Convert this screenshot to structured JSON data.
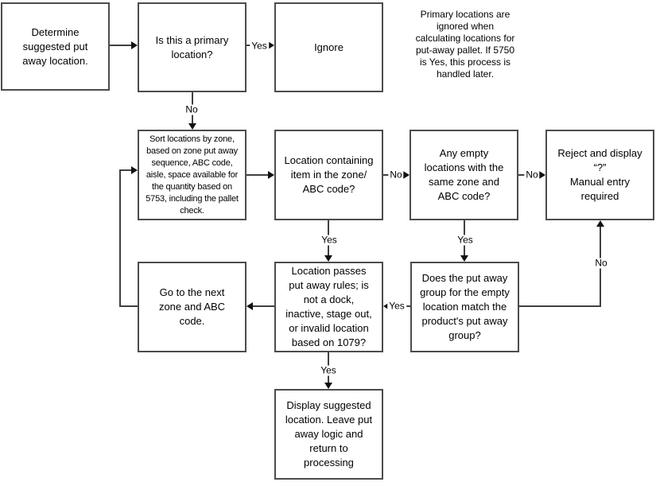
{
  "diagram": {
    "nodes": {
      "determine": "Determine\nsuggested put\naway location.",
      "is_primary": "Is this a primary\nlocation?",
      "ignore": "Ignore",
      "sort": "Sort locations by zone,\nbased on zone put away\nsequence, ABC code,\naisle, space available for\nthe quantity based on\n5753, including the pallet\ncheck.",
      "location_containing": "Location containing\nitem in the zone/\nABC code?",
      "any_empty": "Any empty\nlocations with the\nsame zone and\nABC code?",
      "reject": "Reject and display\n“?”\nManual entry\nrequired",
      "go_next": "Go to the next\nzone and ABC\ncode.",
      "passes_rules": "Location passes\nput away rules; is\nnot a dock,\ninactive, stage out,\nor invalid location\nbased on 1079?",
      "put_away_group": "Does the put away\ngroup for the empty\nlocation match the\nproduct's put away\ngroup?",
      "display_suggested": "Display suggested\nlocation. Leave put\naway logic and\nreturn to\nprocessing"
    },
    "annotation": "Primary locations are\nignored when\ncalculating locations for\nput-away pallet. If 5750\nis Yes, this process is\nhandled later.",
    "edge_labels": {
      "primary_yes": "Yes",
      "primary_no": "No",
      "containing_no": "No",
      "empty_no": "No",
      "containing_yes": "Yes",
      "empty_yes": "Yes",
      "group_yes": "Yes",
      "group_no": "No",
      "passes_yes": "Yes"
    },
    "colors": {
      "background": "#ffffff",
      "box_fill": "#ffffff",
      "box_border": "#4c4c4c",
      "line": "#404040",
      "arrowhead": "#111111",
      "text": "#000000"
    }
  }
}
